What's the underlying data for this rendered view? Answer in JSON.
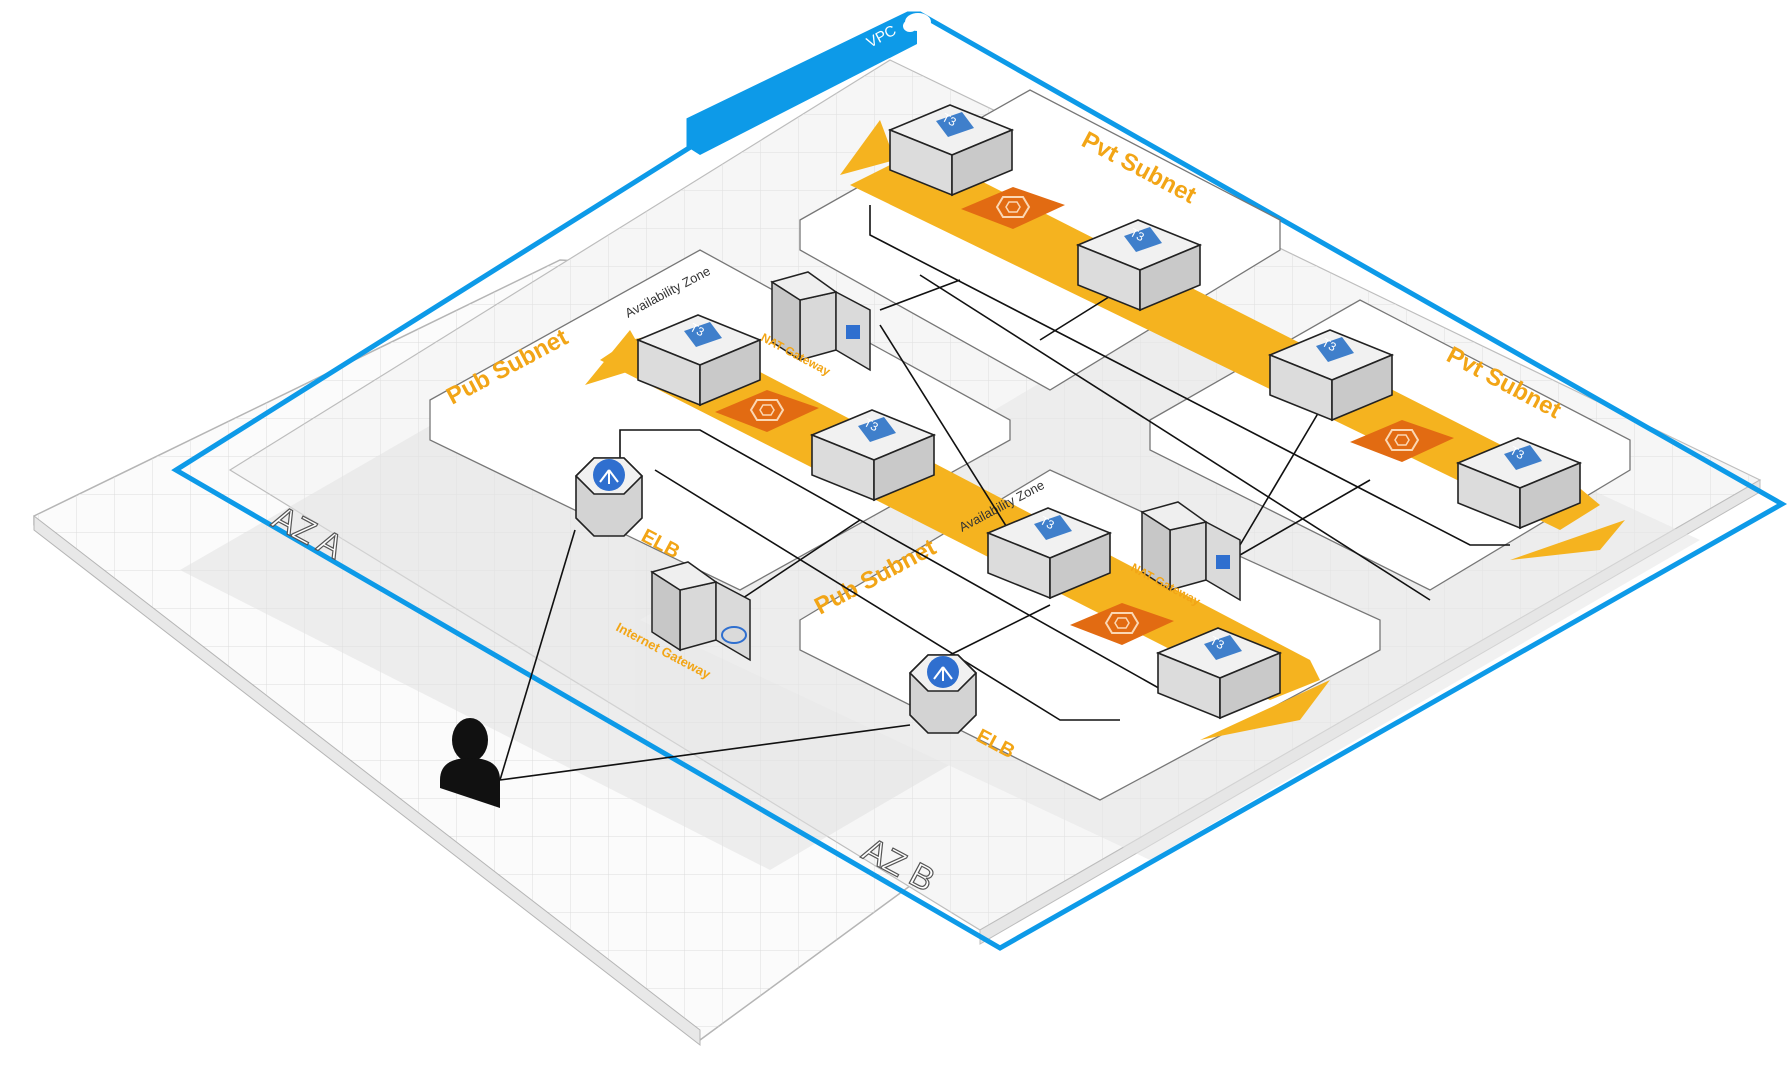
{
  "vpc": {
    "label": "VPC",
    "icon": "cloud-icon",
    "color": "#0d9ae8"
  },
  "availability_zones": [
    {
      "label": "AZ A"
    },
    {
      "label": "AZ B"
    }
  ],
  "zone_labels": [
    {
      "label": "Availability Zone"
    },
    {
      "label": "Availability Zone"
    }
  ],
  "subnets": [
    {
      "label": "Pub Subnet"
    },
    {
      "label": "Pvt Subnet"
    },
    {
      "label": "Pub Subnet"
    },
    {
      "label": "Pvt Subnet"
    }
  ],
  "instance_label": "T3",
  "load_balancers": [
    {
      "label": "ELB"
    },
    {
      "label": "ELB"
    }
  ],
  "nat_gateways": [
    {
      "label": "NAT Gateway"
    },
    {
      "label": "NAT Gateway"
    }
  ],
  "internet_gateway": {
    "label": "Internet Gateway"
  },
  "user": {
    "icon": "user-icon"
  },
  "colors": {
    "vpc_border": "#0d9ae8",
    "subnet_band": "#f5b31f",
    "autoscaling": "#e26b12",
    "instance_icon": "#3f7fcb",
    "elb_icon": "#2f6fcf"
  }
}
